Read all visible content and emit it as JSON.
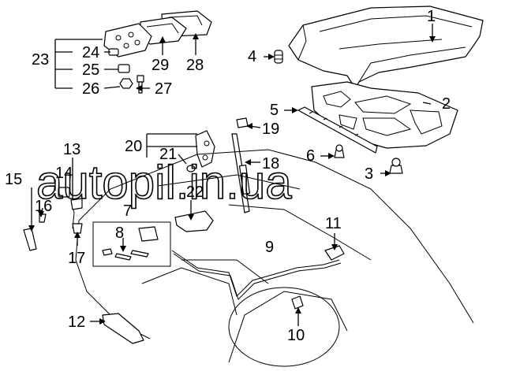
{
  "watermark": "autopil.in.ua",
  "callouts": {
    "n1": "1",
    "n2": "2",
    "n3": "3",
    "n4": "4",
    "n5": "5",
    "n6": "6",
    "n7": "7",
    "n8": "8",
    "n9": "9",
    "n10": "10",
    "n11": "11",
    "n12": "12",
    "n13": "13",
    "n14": "14",
    "n15": "15",
    "n16": "16",
    "n17": "17",
    "n18": "18",
    "n19": "19",
    "n20": "20",
    "n21": "21",
    "n22": "22",
    "n23": "23",
    "n24": "24",
    "n25": "25",
    "n26": "26",
    "n27": "27",
    "n28": "28",
    "n29": "29"
  }
}
